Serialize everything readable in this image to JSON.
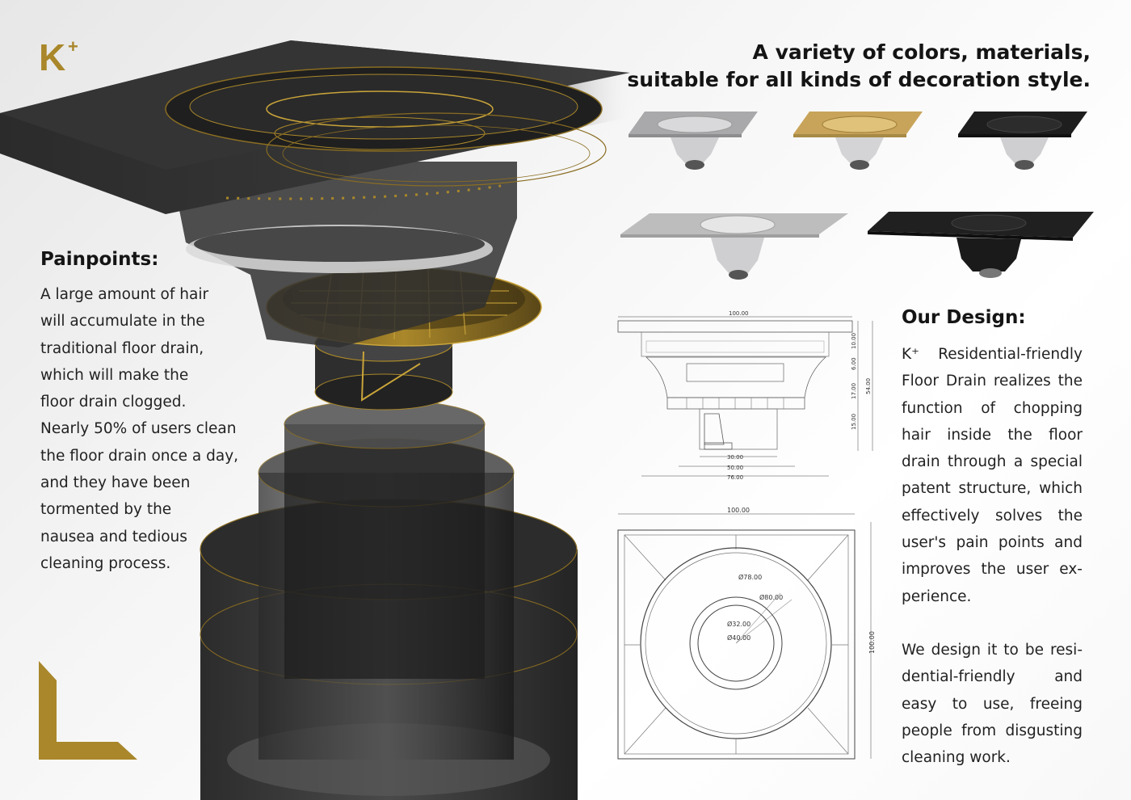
{
  "logo": {
    "letter": "K",
    "plus": "+"
  },
  "heading": {
    "line1": "A variety of colors, materials,",
    "line2": "suitable for all kinds of decoration style."
  },
  "painpoints": {
    "title": "Painpoints:",
    "body": "A large amount of hair\nwill accumulate in the\ntraditional floor drain,\nwhich will make the\nfloor drain clogged.\nNearly 50% of users clean\nthe floor drain once a day,\nand they have been\ntormented by the\nnausea and tedious\ncleaning process."
  },
  "our_design": {
    "title": "Our Design:",
    "paragraph1": "K⁺ Residential-friendly Floor Drain realizes the function of chopping hair inside the floor drain through a special patent structure, which effectively solves the user's pain points and improves the user ex-perience.",
    "paragraph2": "We design it to be resi-dential-friendly and easy to use, freeing people from disgusting cleaning work."
  },
  "products": [
    {
      "finish": "silver",
      "plate": "#a9a9ab",
      "cap": "#d9d9db"
    },
    {
      "finish": "gold",
      "plate": "#c8a45a",
      "cap": "#e1c27a"
    },
    {
      "finish": "black",
      "plate": "#1e1e1e",
      "cap": "#2c2c2c"
    },
    {
      "finish": "silver-rectangular",
      "plate": "#bdbdbd",
      "cap": "#e6e6e6"
    },
    {
      "finish": "black-rectangular",
      "plate": "#202020",
      "cap": "#2a2a2a"
    }
  ],
  "side_drawing": {
    "top_width": "100.00",
    "inner_width_a": "30.00",
    "inner_width_b": "50.00",
    "inner_width_c": "76.00",
    "height_a": "10.00",
    "height_b": "6.00",
    "height_c": "17.00",
    "height_d": "15.00",
    "total_height": "54.00"
  },
  "top_drawing": {
    "width": "100.00",
    "height": "100.00",
    "d1": "Ø78.00",
    "d2": "Ø80.00",
    "d3": "Ø32.00",
    "d4": "Ø40.00"
  },
  "colors": {
    "accent_gold": "#a9872a",
    "text_dark": "#141414",
    "drain_black": "#1c1c1c"
  }
}
